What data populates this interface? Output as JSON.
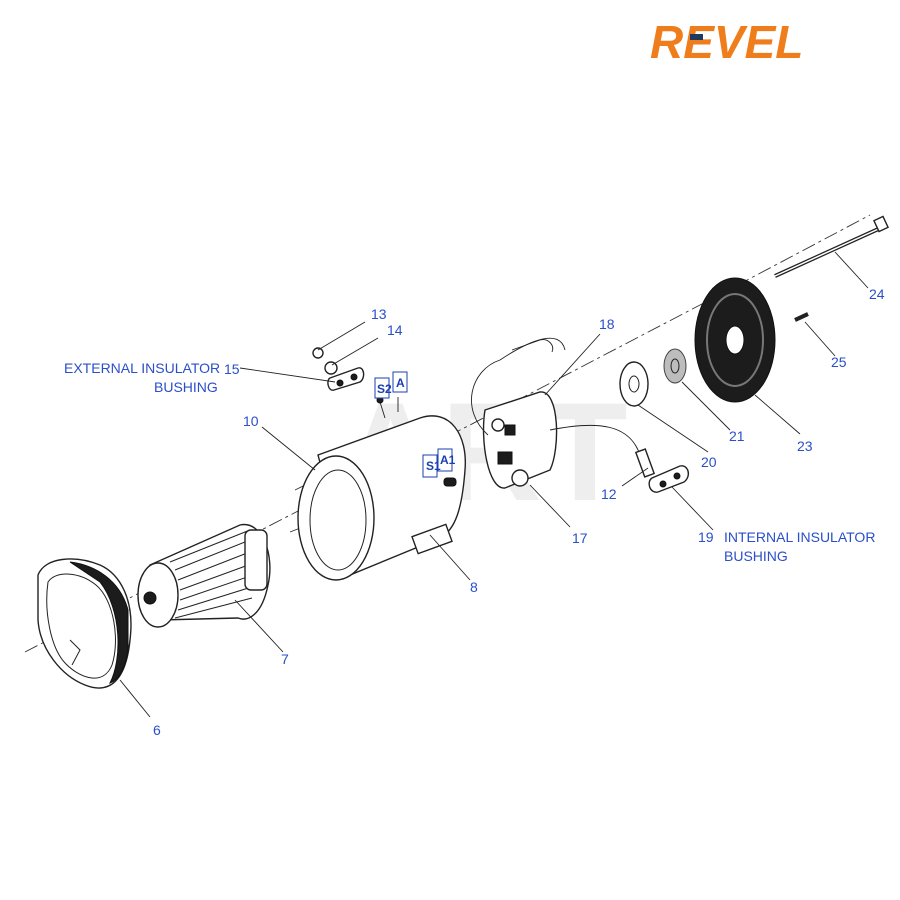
{
  "brand": {
    "name": "REVEL",
    "colors": {
      "primary": "#f07d1b",
      "secondary": "#1f3a5f"
    }
  },
  "watermark": "ART",
  "terminals": {
    "s2": "S2",
    "a_upper": "A",
    "s1": "S1",
    "a1": "A1"
  },
  "callouts": {
    "p6": "6",
    "p7": "7",
    "p8": "8",
    "p10": "10",
    "p12": "12",
    "p13": "13",
    "p14": "14",
    "p15": "15",
    "p17": "17",
    "p18": "18",
    "p19": "19",
    "p20": "20",
    "p21": "21",
    "p23": "23",
    "p24": "24",
    "p25": "25"
  },
  "text_labels": {
    "external_line1": "EXTERNAL INSULATOR",
    "external_line2": "BUSHING",
    "internal_line1": "INTERNAL INSULATOR",
    "internal_line2": "BUSHING"
  },
  "colors": {
    "label": "#2a4fc8",
    "line": "#222222",
    "watermark": "#cfcfcf"
  }
}
